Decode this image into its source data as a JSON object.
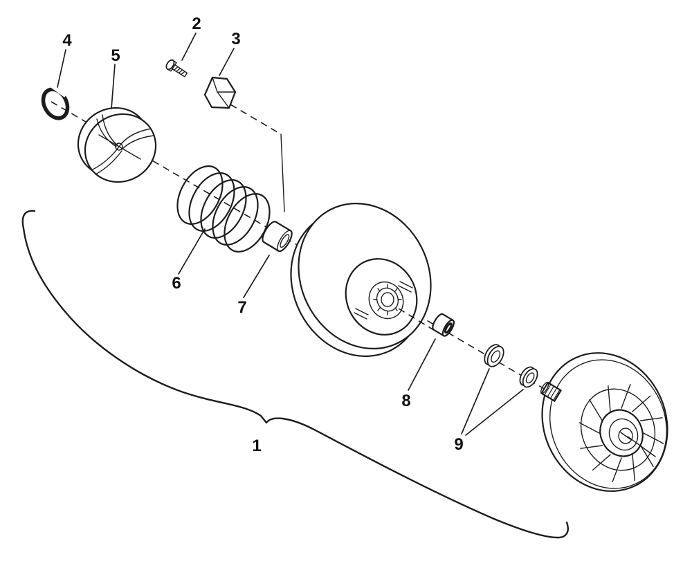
{
  "figure": {
    "background_color": "#ffffff",
    "line_color": "#1c1c1c",
    "labels": {
      "part1": "1",
      "part2": "2",
      "part3": "3",
      "part4": "4",
      "part5": "5",
      "part6": "6",
      "part7": "7",
      "part8": "8",
      "part9": "9"
    }
  }
}
